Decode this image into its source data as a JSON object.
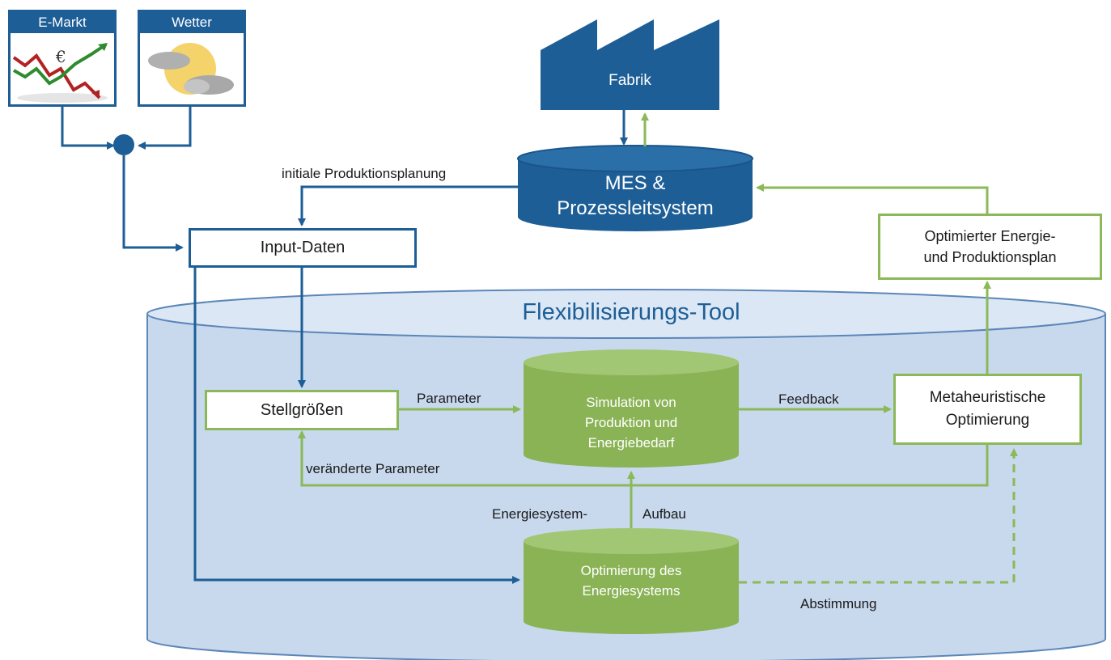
{
  "colors": {
    "blue": "#1d5e96",
    "green_fill": "#8ab356",
    "green_line": "#8bb858",
    "tool_fill": "#c8d9ee"
  },
  "sources": {
    "market": {
      "title": "E-Markt",
      "symbol": "€",
      "icon": "stock-chart-icon"
    },
    "weather": {
      "title": "Wetter",
      "icon": "sun-cloud-icon"
    }
  },
  "factory": {
    "label": "Fabrik",
    "icon": "factory-icon"
  },
  "mes": {
    "line1": "MES &",
    "line2": "Prozessleitsystem"
  },
  "input_data": {
    "label": "Input-Daten"
  },
  "initial_planning": {
    "label": "initiale Produktionsplanung"
  },
  "optimized_plan": {
    "line1": "Optimierter Energie-",
    "line2": "und Produktionsplan"
  },
  "tool": {
    "title": "Flexibilisierungs-Tool"
  },
  "stellgroessen": {
    "label": "Stellgrößen"
  },
  "parameter": {
    "label": "Parameter"
  },
  "simulation": {
    "line1": "Simulation von",
    "line2": "Produktion und",
    "line3": "Energiebedarf"
  },
  "feedback": {
    "label": "Feedback"
  },
  "metaheuristic": {
    "line1": "Metaheuristische",
    "line2": "Optimierung"
  },
  "changed_params": {
    "label": "veränderte Parameter"
  },
  "energy_system_build": {
    "left": "Energiesystem-",
    "right": "Aufbau"
  },
  "energy_opt": {
    "line1": "Optimierung des",
    "line2": "Energiesystems"
  },
  "coordination": {
    "label": "Abstimmung"
  }
}
